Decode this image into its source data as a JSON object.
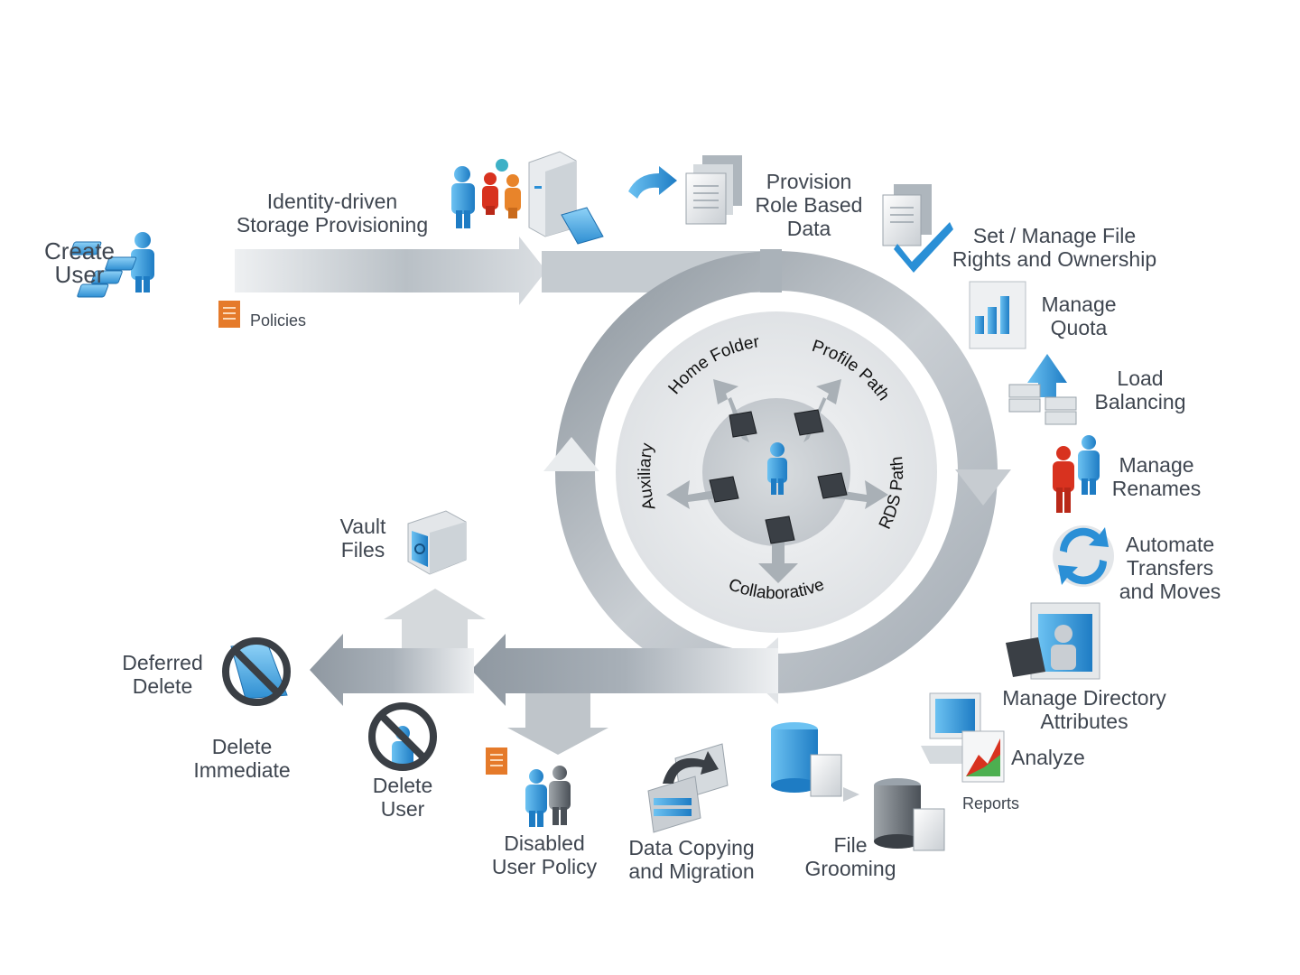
{
  "create_user": [
    "Create",
    "User"
  ],
  "policies_label": "Policies",
  "identity_provisioning": [
    "Identity-driven",
    "Storage Provisioning"
  ],
  "provision_role": [
    "Provision",
    "Role Based",
    "Data"
  ],
  "set_manage_rights": [
    "Set / Manage File",
    "Rights and Ownership"
  ],
  "manage_quota": [
    "Manage",
    "Quota"
  ],
  "load_balancing": [
    "Load",
    "Balancing"
  ],
  "manage_renames": [
    "Manage",
    "Renames"
  ],
  "automate_transfers": [
    "Automate",
    "Transfers",
    "and Moves"
  ],
  "manage_directory": [
    "Manage Directory",
    "Attributes"
  ],
  "analyze_label": "Analyze",
  "reports_label": "Reports",
  "file_grooming": [
    "File",
    "Grooming"
  ],
  "data_copying": [
    "Data Copying",
    "and Migration"
  ],
  "disabled_policy": [
    "Disabled",
    "User Policy"
  ],
  "delete_user": [
    "Delete",
    "User"
  ],
  "delete_immediate": [
    "Delete",
    "Immediate"
  ],
  "deferred_delete": [
    "Deferred",
    "Delete"
  ],
  "vault_files": [
    "Vault",
    "Files"
  ],
  "hub": {
    "home_folder": "Home Folder",
    "profile_path": "Profile Path",
    "rds_path": "RDS Path",
    "collaborative": "Collaborative",
    "auxiliary": "Auxiliary"
  },
  "colors": {
    "user_blue": "#2a8fd6",
    "user_red": "#d8321f",
    "user_orange": "#e8842a",
    "arrow_gray": "#9aa3ab",
    "text": "#3f4650"
  }
}
